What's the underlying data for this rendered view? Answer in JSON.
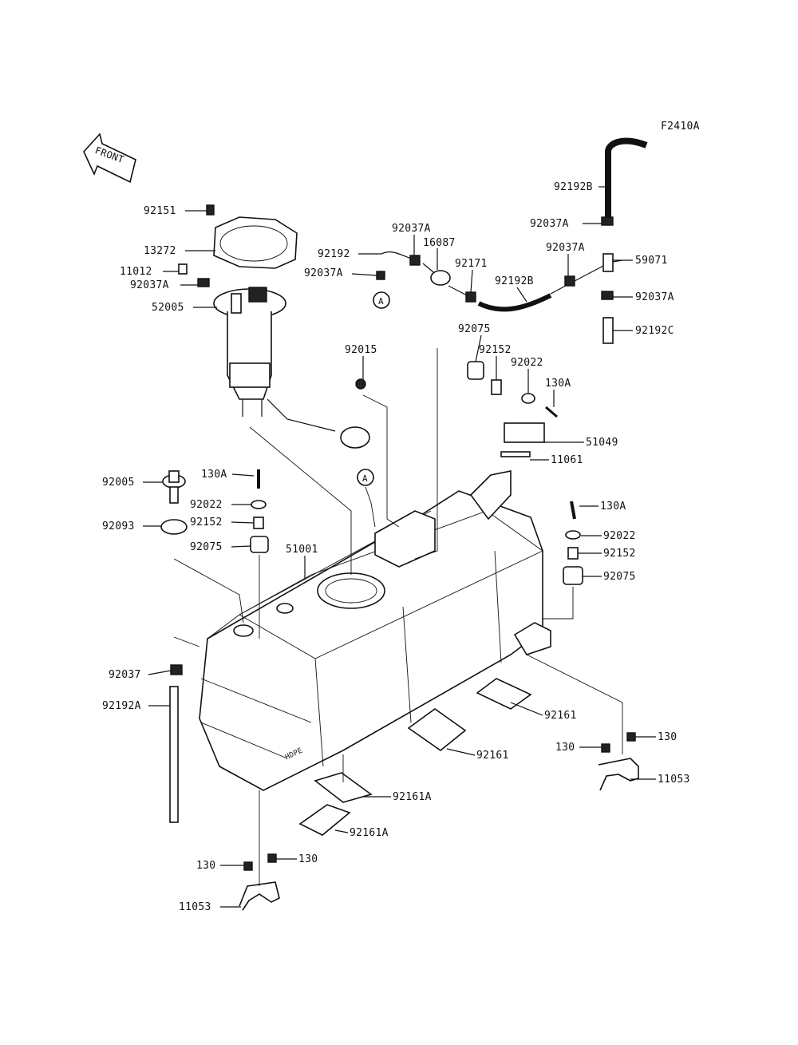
{
  "header": {
    "figure_code": "F2410A"
  },
  "front_indicator": {
    "label": "FRONT"
  },
  "tank_marking": "HDPE",
  "callout_ref": "A",
  "part_labels": [
    "92151",
    "13272",
    "11012",
    "92037A",
    "52005",
    "92192",
    "92037A",
    "16087",
    "92037A",
    "92171",
    "92192B",
    "92037A",
    "92192B",
    "92037A",
    "59071",
    "92037A",
    "92192C",
    "92075",
    "92152",
    "92022",
    "130A",
    "92015",
    "51049",
    "11061",
    "92005",
    "130A",
    "92022",
    "92093",
    "92152",
    "92075",
    "51001",
    "130A",
    "92022",
    "92152",
    "92075",
    "92037",
    "92192A",
    "92161",
    "92161",
    "92161A",
    "92161A",
    "130",
    "130",
    "11053",
    "130",
    "130",
    "11053"
  ]
}
